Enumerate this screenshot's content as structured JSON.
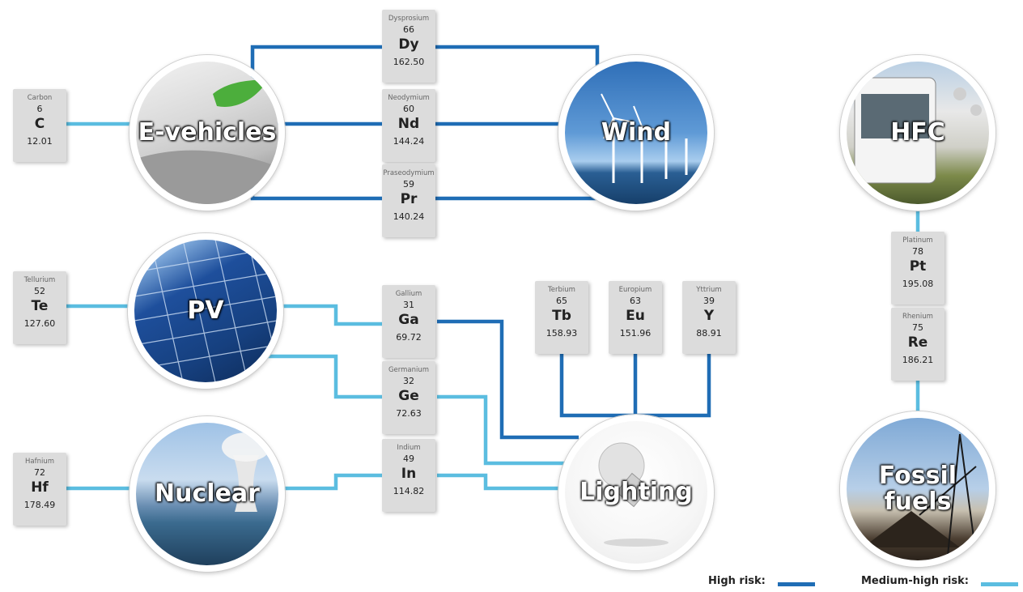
{
  "technologies": {
    "evehicles": "E-vehicles",
    "wind": "Wind",
    "hfc": "HFC",
    "pv": "PV",
    "nuclear": "Nuclear",
    "lighting": "Lighting",
    "fossil": "Fossil\nfuels"
  },
  "elements": {
    "c": {
      "name": "Carbon",
      "number": "6",
      "symbol": "C",
      "mass": "12.01"
    },
    "dy": {
      "name": "Dysprosium",
      "number": "66",
      "symbol": "Dy",
      "mass": "162.50"
    },
    "nd": {
      "name": "Neodymium",
      "number": "60",
      "symbol": "Nd",
      "mass": "144.24"
    },
    "pr": {
      "name": "Praseodymium",
      "number": "59",
      "symbol": "Pr",
      "mass": "140.24"
    },
    "te": {
      "name": "Tellurium",
      "number": "52",
      "symbol": "Te",
      "mass": "127.60"
    },
    "ga": {
      "name": "Gallium",
      "number": "31",
      "symbol": "Ga",
      "mass": "69.72"
    },
    "ge": {
      "name": "Germanium",
      "number": "32",
      "symbol": "Ge",
      "mass": "72.63"
    },
    "in": {
      "name": "Indium",
      "number": "49",
      "symbol": "In",
      "mass": "114.82"
    },
    "hf": {
      "name": "Hafnium",
      "number": "72",
      "symbol": "Hf",
      "mass": "178.49"
    },
    "tb": {
      "name": "Terbium",
      "number": "65",
      "symbol": "Tb",
      "mass": "158.93"
    },
    "eu": {
      "name": "Europium",
      "number": "63",
      "symbol": "Eu",
      "mass": "151.96"
    },
    "y": {
      "name": "Yttrium",
      "number": "39",
      "symbol": "Y",
      "mass": "88.91"
    },
    "pt": {
      "name": "Platinum",
      "number": "78",
      "symbol": "Pt",
      "mass": "195.08"
    },
    "re": {
      "name": "Rhenium",
      "number": "75",
      "symbol": "Re",
      "mass": "186.21"
    }
  },
  "legend": {
    "high_label": "High risk:",
    "medium_label": "Medium-high risk:",
    "high_color": "#1f6db5",
    "medium_color": "#5bbde0"
  }
}
